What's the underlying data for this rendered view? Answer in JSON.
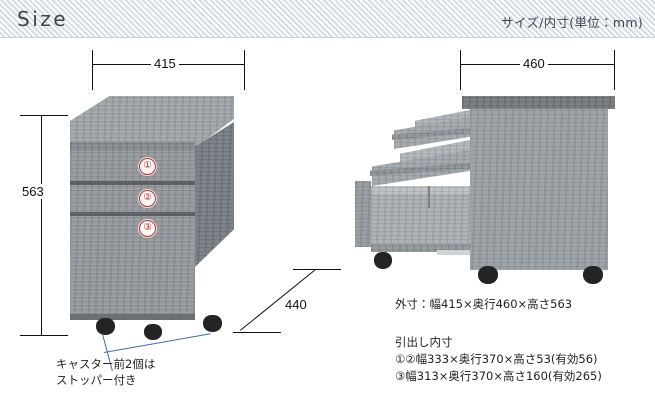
{
  "header": {
    "title": "Size",
    "subtitle": "サイズ/内寸(単位：mm)"
  },
  "left_diagram": {
    "name": "cabinet-front-three-quarter-view",
    "width_dimension": "415",
    "height_dimension": "563",
    "depth_dimension": "440",
    "drawer_markers": [
      "①",
      "②",
      "③"
    ],
    "caster_note": "キャスター前2個は\nストッパー付き"
  },
  "right_diagram": {
    "name": "cabinet-side-view-drawers-open",
    "depth_dimension": "460"
  },
  "specs": {
    "exterior": "外寸：幅415×奥行460×高さ563",
    "interior_heading": "引出し内寸",
    "interior_line1": "①②幅333×奥行370×高さ53(有効56)",
    "interior_line2": "③幅313×奥行370×高さ160(有効265)"
  },
  "colors": {
    "header_bg": "#eef2f5",
    "text": "#231f20",
    "marker_red": "#b3322c",
    "leader_blue": "#3d6cb0",
    "wood_grey": "#8d9296"
  }
}
